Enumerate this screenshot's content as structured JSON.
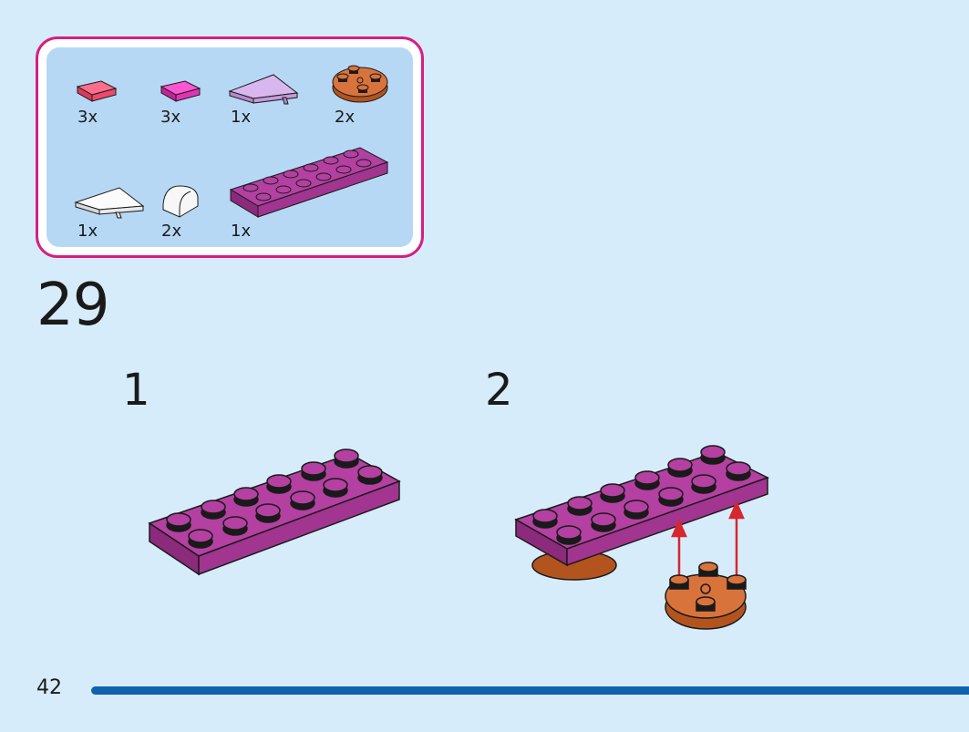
{
  "parts_list": {
    "items": [
      {
        "name": "tile-1x1-coral",
        "qty": "3x",
        "color": "#f04a6e"
      },
      {
        "name": "tile-1x1-magenta",
        "qty": "3x",
        "color": "#e834b8"
      },
      {
        "name": "wedge-plate-lavender",
        "qty": "1x",
        "color": "#c9a3e0"
      },
      {
        "name": "round-plate-2x2-brown",
        "qty": "2x",
        "color": "#c8622f"
      },
      {
        "name": "wedge-plate-white",
        "qty": "1x",
        "color": "#f6f6f6"
      },
      {
        "name": "curved-slope-white",
        "qty": "2x",
        "color": "#f6f6f6"
      },
      {
        "name": "plate-2x6-purple",
        "qty": "1x",
        "color": "#a83593"
      }
    ]
  },
  "step": {
    "number": "29",
    "substeps": [
      {
        "number": "1"
      },
      {
        "number": "2"
      }
    ]
  },
  "page": {
    "number": "42",
    "accent_color": "#0f63ad",
    "border_color": "#d61f7f",
    "background_color": "#d6ecfa"
  }
}
